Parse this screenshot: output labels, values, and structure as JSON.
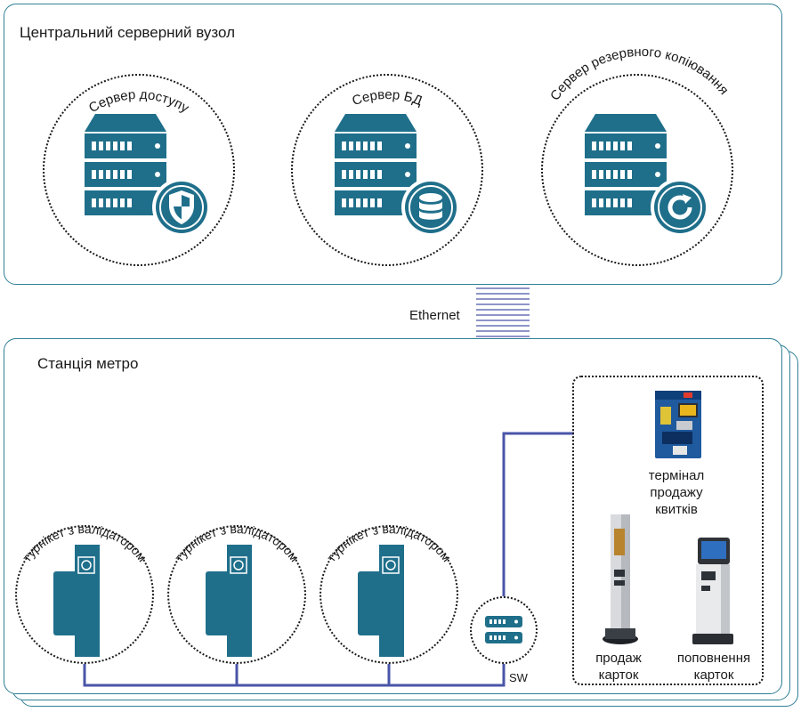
{
  "central_node": {
    "title": "Центральний серверний вузол",
    "servers": [
      {
        "label": "Сервер доступу",
        "icon": "shield-icon"
      },
      {
        "label": "Сервер БД",
        "icon": "database-icon"
      },
      {
        "label": "Сервер резервного копіювання",
        "icon": "backup-icon"
      }
    ]
  },
  "link": {
    "label": "Ethernet"
  },
  "station": {
    "title": "Станція метро",
    "turnstile_label": "турнікет з валідатором",
    "switch_label": "SW",
    "terminals": {
      "ticket_terminal": "термінал продажу квитків",
      "ticket_terminal_lines": [
        "термінал",
        "продажу",
        "квитків"
      ],
      "card_sales_lines": [
        "продаж",
        "карток"
      ],
      "card_topup_lines": [
        "поповнення",
        "карток"
      ]
    }
  },
  "colors": {
    "accent": "#1f6f8b",
    "panel_border": "#2e7f95",
    "network_line": "#4a55a8"
  }
}
